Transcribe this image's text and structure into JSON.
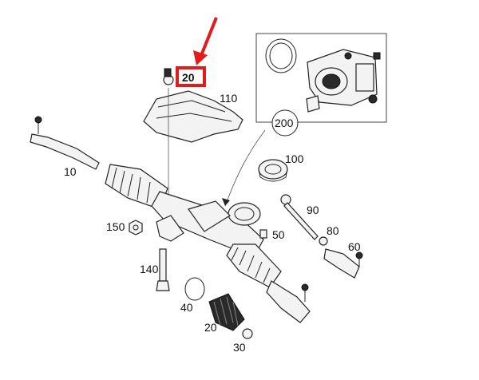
{
  "callouts": {
    "c20_top": "20",
    "c110": "110",
    "c200": "200",
    "c10": "10",
    "c100": "100",
    "c90": "90",
    "c150": "150",
    "c50": "50",
    "c80": "80",
    "c60": "60",
    "c140": "140",
    "c40": "40",
    "c20_bottom": "20",
    "c30": "30"
  },
  "colors": {
    "highlight": "#e21b1b",
    "line": "#222222"
  },
  "icons": {
    "pointer": "red-arrow-icon"
  }
}
